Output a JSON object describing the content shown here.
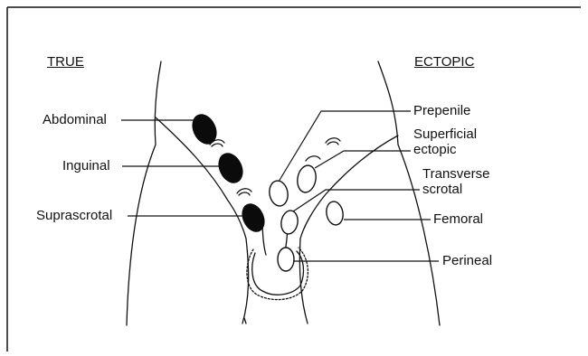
{
  "headers": {
    "true": "TRUE",
    "ectopic": "ECTOPIC"
  },
  "true_labels": {
    "abdominal": "Abdominal",
    "inguinal": "Inguinal",
    "suprascrotal": "Suprascrotal"
  },
  "ectopic_labels": {
    "prepenile": "Prepenile",
    "superficial_ectopic_1": "Superficial",
    "superficial_ectopic_2": "ectopic",
    "transverse_scrotal_1": "Transverse",
    "transverse_scrotal_2": "scrotal",
    "femoral": "Femoral",
    "perineal": "Perineal"
  },
  "colors": {
    "ink": "#111111",
    "true_testis_fill": "#0b0b0b",
    "ectopic_testis_fill": "#ffffff",
    "background": "#ffffff"
  },
  "legend": {
    "true_testis": "filled dark oval",
    "ectopic_testis": "open white oval"
  }
}
